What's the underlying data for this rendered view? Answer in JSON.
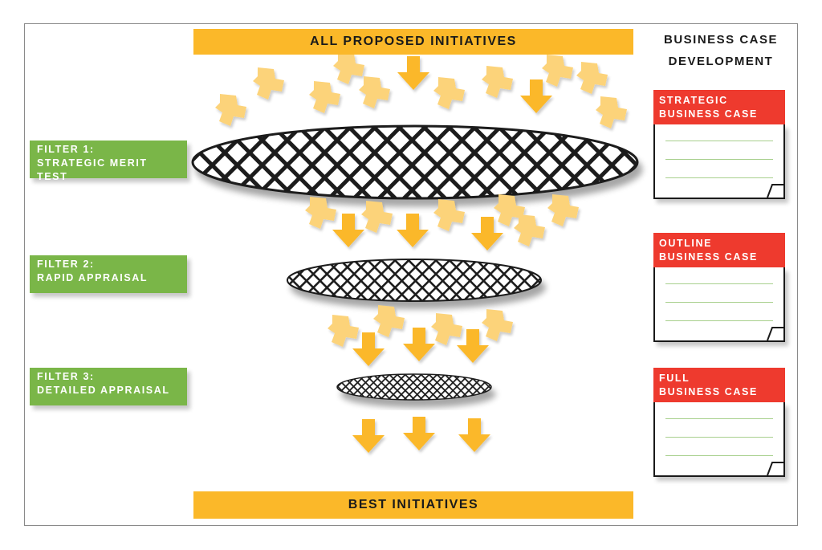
{
  "top_banner": "ALL PROPOSED INITIATIVES",
  "bottom_banner": "BEST INITIATIVES",
  "side_title": [
    "BUSINESS CASE",
    "DEVELOPMENT"
  ],
  "filters": [
    {
      "line1": "FILTER 1:",
      "line2": "STRATEGIC MERIT TEST"
    },
    {
      "line1": "FILTER 2:",
      "line2": "RAPID APPRAISAL"
    },
    {
      "line1": "FILTER 3:",
      "line2": "DETAILED APPRAISAL"
    }
  ],
  "business_cases": [
    {
      "line1": "STRATEGIC",
      "line2": "BUSINESS CASE"
    },
    {
      "line1": "OUTLINE",
      "line2": "BUSINESS CASE"
    },
    {
      "line1": "FULL",
      "line2": "BUSINESS CASE"
    }
  ],
  "colors": {
    "banner": "#fbb829",
    "arrow": "#fbb829",
    "arrow_faded": "#fcd37a",
    "filter_label": "#7ab648",
    "doc_header": "#ee3a2e",
    "doc_lines": "#a8d08d",
    "mesh": "#1a1a1a"
  }
}
